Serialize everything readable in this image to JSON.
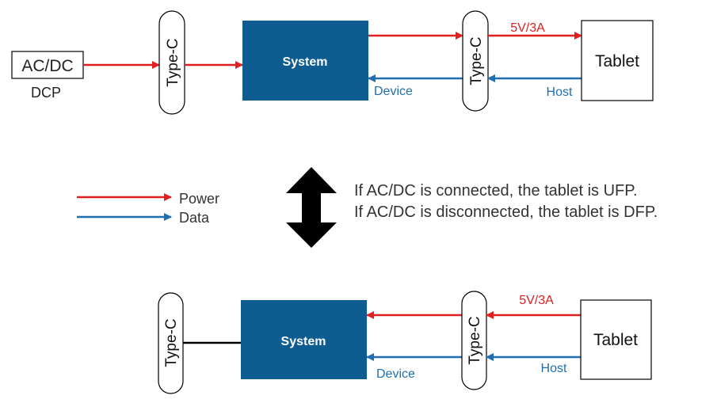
{
  "colors": {
    "power": "#e02020",
    "data": "#1f6fb0",
    "system_fill": "#0f5c91",
    "black": "#000000"
  },
  "top": {
    "source_box": "AC/DC",
    "source_caption": "DCP",
    "connector_left": "Type-C",
    "system": "System",
    "connector_right": "Type-C",
    "power_label": "5V/3A",
    "device_label": "Device",
    "host_label": "Host",
    "tablet": "Tablet"
  },
  "legend": {
    "power": "Power",
    "data": "Data"
  },
  "note": {
    "line1": "If AC/DC is connected, the tablet is UFP.",
    "line2": "If AC/DC is disconnected, the tablet is DFP."
  },
  "bottom": {
    "connector_left": "Type-C",
    "system": "System",
    "connector_right": "Type-C",
    "power_label": "5V/3A",
    "device_label": "Device",
    "host_label": "Host",
    "tablet": "Tablet"
  }
}
